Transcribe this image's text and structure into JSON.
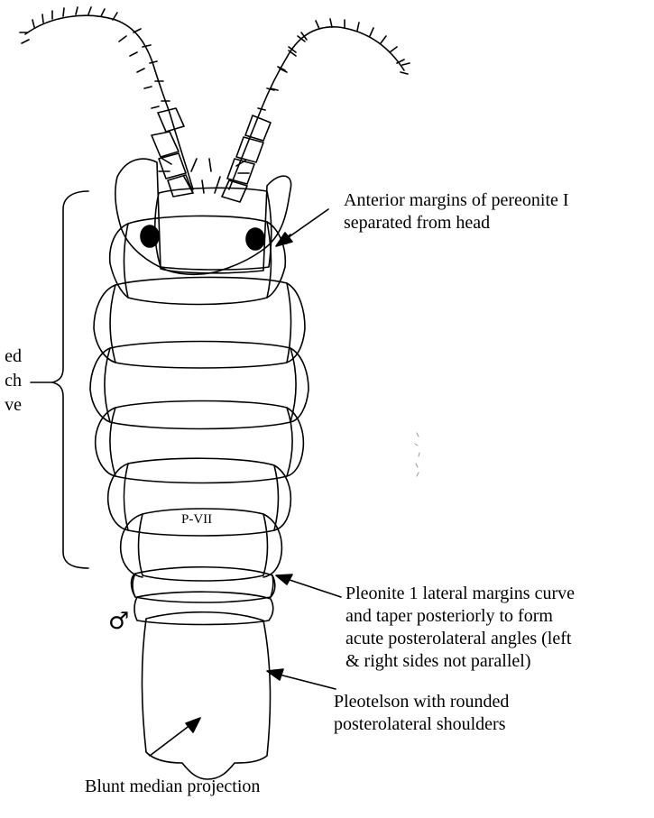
{
  "labels": {
    "head_note": "Anterior margins of pereonite I\nseparated from head",
    "left_note_fragment": "ed\nch\nve",
    "pereonite_label": "P-VII",
    "pleonite_note": "Pleonite 1 lateral margins curve\nand taper posteriorly to form\nacute posterolateral angles (left\n& right sides not parallel)",
    "pleotelson_note": "Pleotelson with rounded\nposterolateral shoulders",
    "projection_note": "Blunt median projection",
    "sex_symbol": "♂"
  }
}
